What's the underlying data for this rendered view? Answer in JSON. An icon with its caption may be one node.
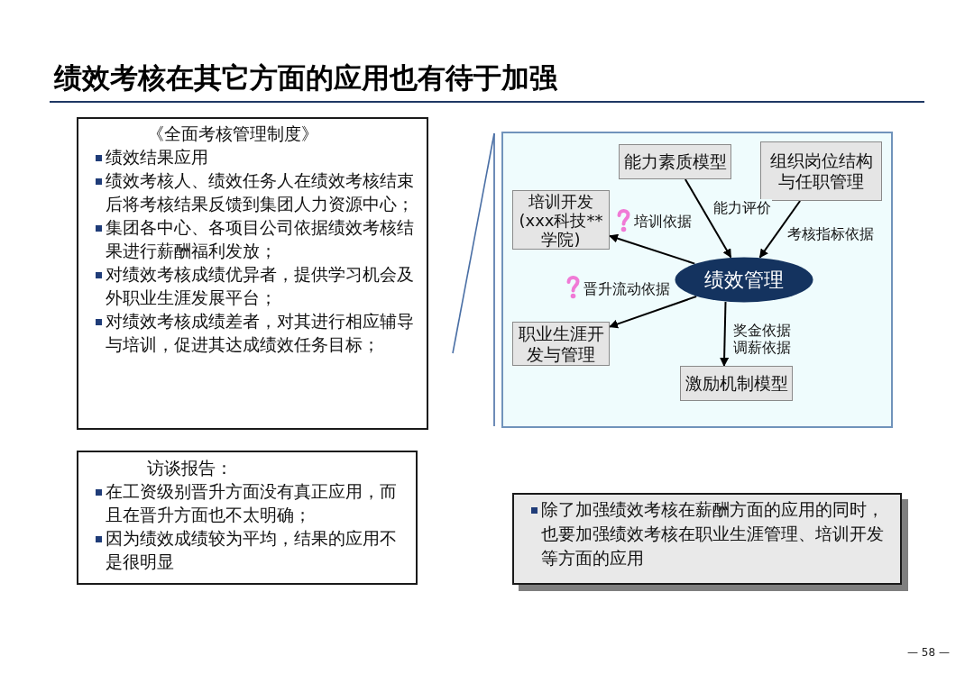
{
  "diagram": {
    "title": "绩效考核在其它方面的应用也有待于加强",
    "nodes": [
      {
        "text": [
          "《全面考核管理制度》",
          "绩效结果应用",
          "绩效考核人、绩效任务人在绩效考核结束后将考核结果反馈到集团人力资源中心；",
          "集团各中心、各项目公司依据绩效考核结果进行薪酬福利发放；",
          "对绩效考核成绩优异者，提供学习机会及外职业生涯发展平台；",
          "对绩效考核成绩差者，对其进行相应辅导与培训，促进其达成绩效任务目标；"
        ]
      },
      {
        "text": [],
        "shape": "box"
      },
      {
        "text": [
          "能力素质模型"
        ],
        "in": 1
      },
      {
        "text": [
          "组织岗位结构与任职管理"
        ],
        "in": 1
      },
      {
        "text": [
          "培训开发(xxx科技**学院)"
        ],
        "in": 1
      },
      {
        "text": [
          "绩效管理"
        ],
        "in": 1
      },
      {
        "text": [
          "职业生涯开发与管理"
        ],
        "in": 1
      },
      {
        "text": [
          "激励机制模型"
        ],
        "in": 1
      },
      {
        "text": [
          "访谈报告：",
          "在工资级别晋升方面没有真正应用，而且在晋升方面也不太明确；",
          "因为绩效成绩较为平均，结果的应用不是很明显"
        ]
      },
      {
        "text": [
          "除了加强绩效考核在薪酬方面的应用的同时，也要加强绩效考核在职业生涯管理、培训开发等方面的应用"
        ]
      }
    ],
    "edges": [
      {
        "from": 2,
        "to": 5,
        "arrow": "to",
        "label": "能力评价"
      },
      {
        "from": 3,
        "to": 5,
        "arrow": "to",
        "label": "考核指标依据"
      },
      {
        "from": 5,
        "to": 4,
        "arrow": "to",
        "label": "培训依据"
      },
      {
        "from": 5,
        "to": 6,
        "arrow": "to",
        "label": "晋升流动依据"
      },
      {
        "from": 5,
        "to": 7,
        "arrow": "to",
        "label": "奖金依据调薪依据"
      }
    ],
    "labels": [
      "— 58 —"
    ]
  }
}
